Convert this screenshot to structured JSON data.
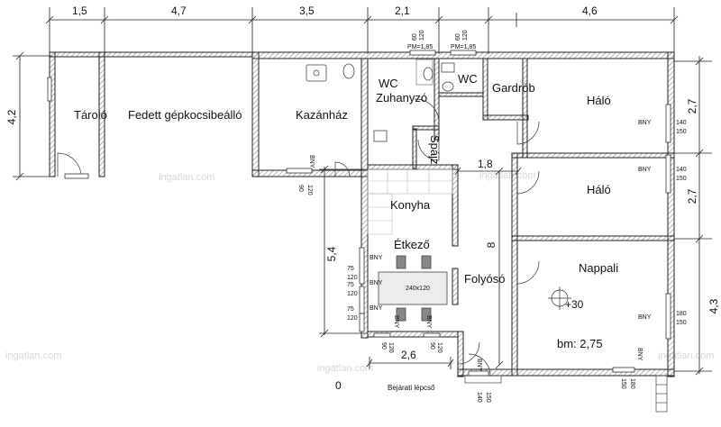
{
  "watermark": "ingatlan.com",
  "rooms": {
    "taroló": "Tároló",
    "garage": "Fedett gépkocsibeálló",
    "boiler": "Kazánház",
    "wc_shower_1": "WC",
    "wc_shower_2": "Zuhanyzó",
    "wc": "WC",
    "wardrobe": "Gardrób",
    "bedroom1": "Háló",
    "bedroom2": "Háló",
    "pantry": "Spájz",
    "kitchen": "Konyha",
    "dining": "Étkező",
    "hall": "Folyósó",
    "living": "Nappali",
    "entrance": "Bejárati lépcső"
  },
  "dimensions": {
    "top": [
      "1,5",
      "4,7",
      "3,5",
      "2,1",
      "4,6"
    ],
    "left_storage": "4,2",
    "right_bed1": "2,7",
    "right_bed2": "2,7",
    "right_living": "4,3",
    "kitchen_height": "5,4",
    "hall_width": "1,8",
    "hall_length": "8",
    "entrance_width": "2,6",
    "level": "0",
    "living_level": "+30",
    "ceiling": "bm: 2,75"
  },
  "window_labels": {
    "bny": "BNY",
    "pm": "PM=1,85",
    "w60": "60",
    "w120": "120",
    "w140": "140",
    "w150": "150",
    "w180": "180",
    "w75": "75",
    "w90": "90",
    "table": "240x120"
  }
}
